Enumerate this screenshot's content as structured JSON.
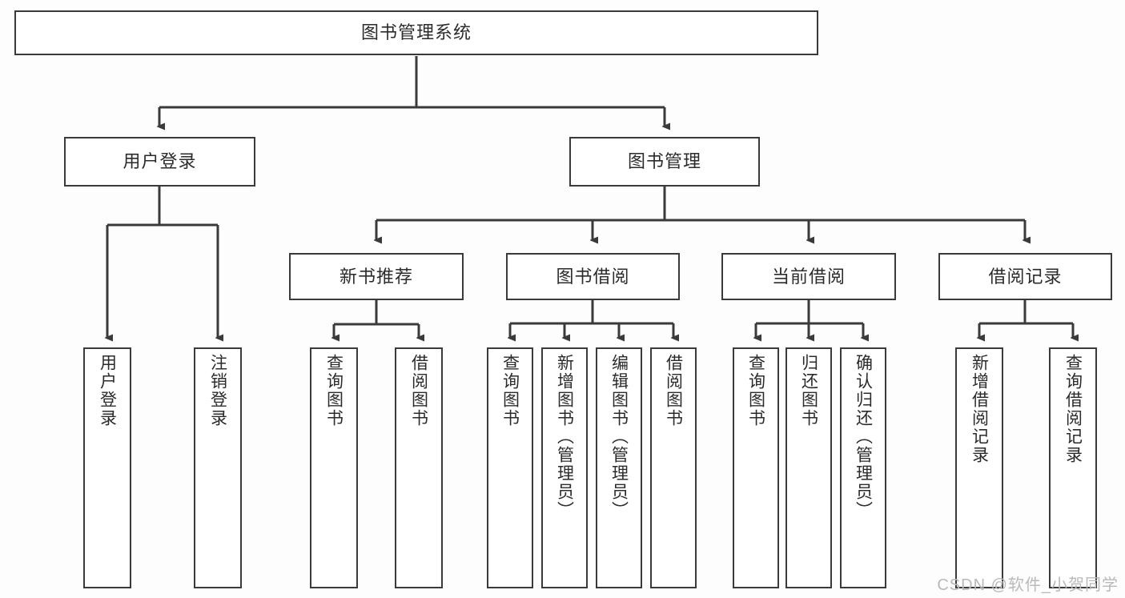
{
  "diagram": {
    "kind": "tree-hierarchy-chart",
    "title_text": "图书管理系统",
    "colors": {
      "background": "#fdfdfd",
      "node_fill": "#ffffff",
      "node_border": "#3a3a3a",
      "edge": "#3a3a3a",
      "text": "#2b2b2b",
      "watermark": "#b9b9b9"
    }
  },
  "root": {
    "label": "图书管理系统"
  },
  "level1": [
    {
      "label": "用户登录"
    },
    {
      "label": "图书管理"
    }
  ],
  "level2": [
    {
      "label": "新书推荐"
    },
    {
      "label": "图书借阅"
    },
    {
      "label": "当前借阅"
    },
    {
      "label": "借阅记录"
    }
  ],
  "leaves": {
    "user_login": [
      {
        "label": "用户登录"
      },
      {
        "label": "注销登录"
      }
    ],
    "new_book_recommend": [
      {
        "label": "查询图书"
      },
      {
        "label": "借阅图书"
      }
    ],
    "book_borrow": [
      {
        "label": "查询图书"
      },
      {
        "label": "新增图书（管理员）"
      },
      {
        "label": "编辑图书（管理员）"
      },
      {
        "label": "借阅图书"
      }
    ],
    "current_borrow": [
      {
        "label": "查询图书"
      },
      {
        "label": "归还图书"
      },
      {
        "label": "确认归还（管理员）"
      }
    ],
    "borrow_record": [
      {
        "label": "新增借阅记录"
      },
      {
        "label": "查询借阅记录"
      }
    ]
  },
  "watermark": {
    "text": "CSDN @软件_小贺同学"
  }
}
